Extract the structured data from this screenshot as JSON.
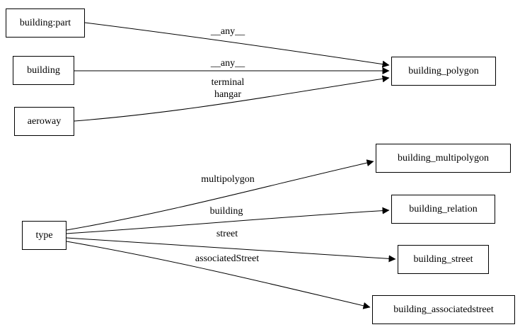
{
  "diagram": {
    "nodes": [
      {
        "id": "building:part",
        "label": "building:part"
      },
      {
        "id": "building",
        "label": "building"
      },
      {
        "id": "aeroway",
        "label": "aeroway"
      },
      {
        "id": "type",
        "label": "type"
      },
      {
        "id": "building_polygon",
        "label": "building_polygon"
      },
      {
        "id": "building_multipolygon",
        "label": "building_multipolygon"
      },
      {
        "id": "building_relation",
        "label": "building_relation"
      },
      {
        "id": "building_street",
        "label": "building_street"
      },
      {
        "id": "building_associatedstreet",
        "label": "building_associatedstreet"
      }
    ],
    "edges": [
      {
        "from": "building:part",
        "to": "building_polygon",
        "label": "__any__"
      },
      {
        "from": "building",
        "to": "building_polygon",
        "label": "__any__"
      },
      {
        "from": "aeroway",
        "to": "building_polygon",
        "label_lines": [
          "terminal",
          "hangar"
        ]
      },
      {
        "from": "type",
        "to": "building_multipolygon",
        "label": "multipolygon"
      },
      {
        "from": "type",
        "to": "building_relation",
        "label": "building"
      },
      {
        "from": "type",
        "to": "building_street",
        "label": "street"
      },
      {
        "from": "type",
        "to": "building_associatedstreet",
        "label": "associatedStreet"
      }
    ],
    "colors": {
      "node_border": "#000000",
      "node_fill": "#ffffff",
      "edge": "#000000",
      "text": "#000000",
      "background": "#ffffff"
    }
  }
}
